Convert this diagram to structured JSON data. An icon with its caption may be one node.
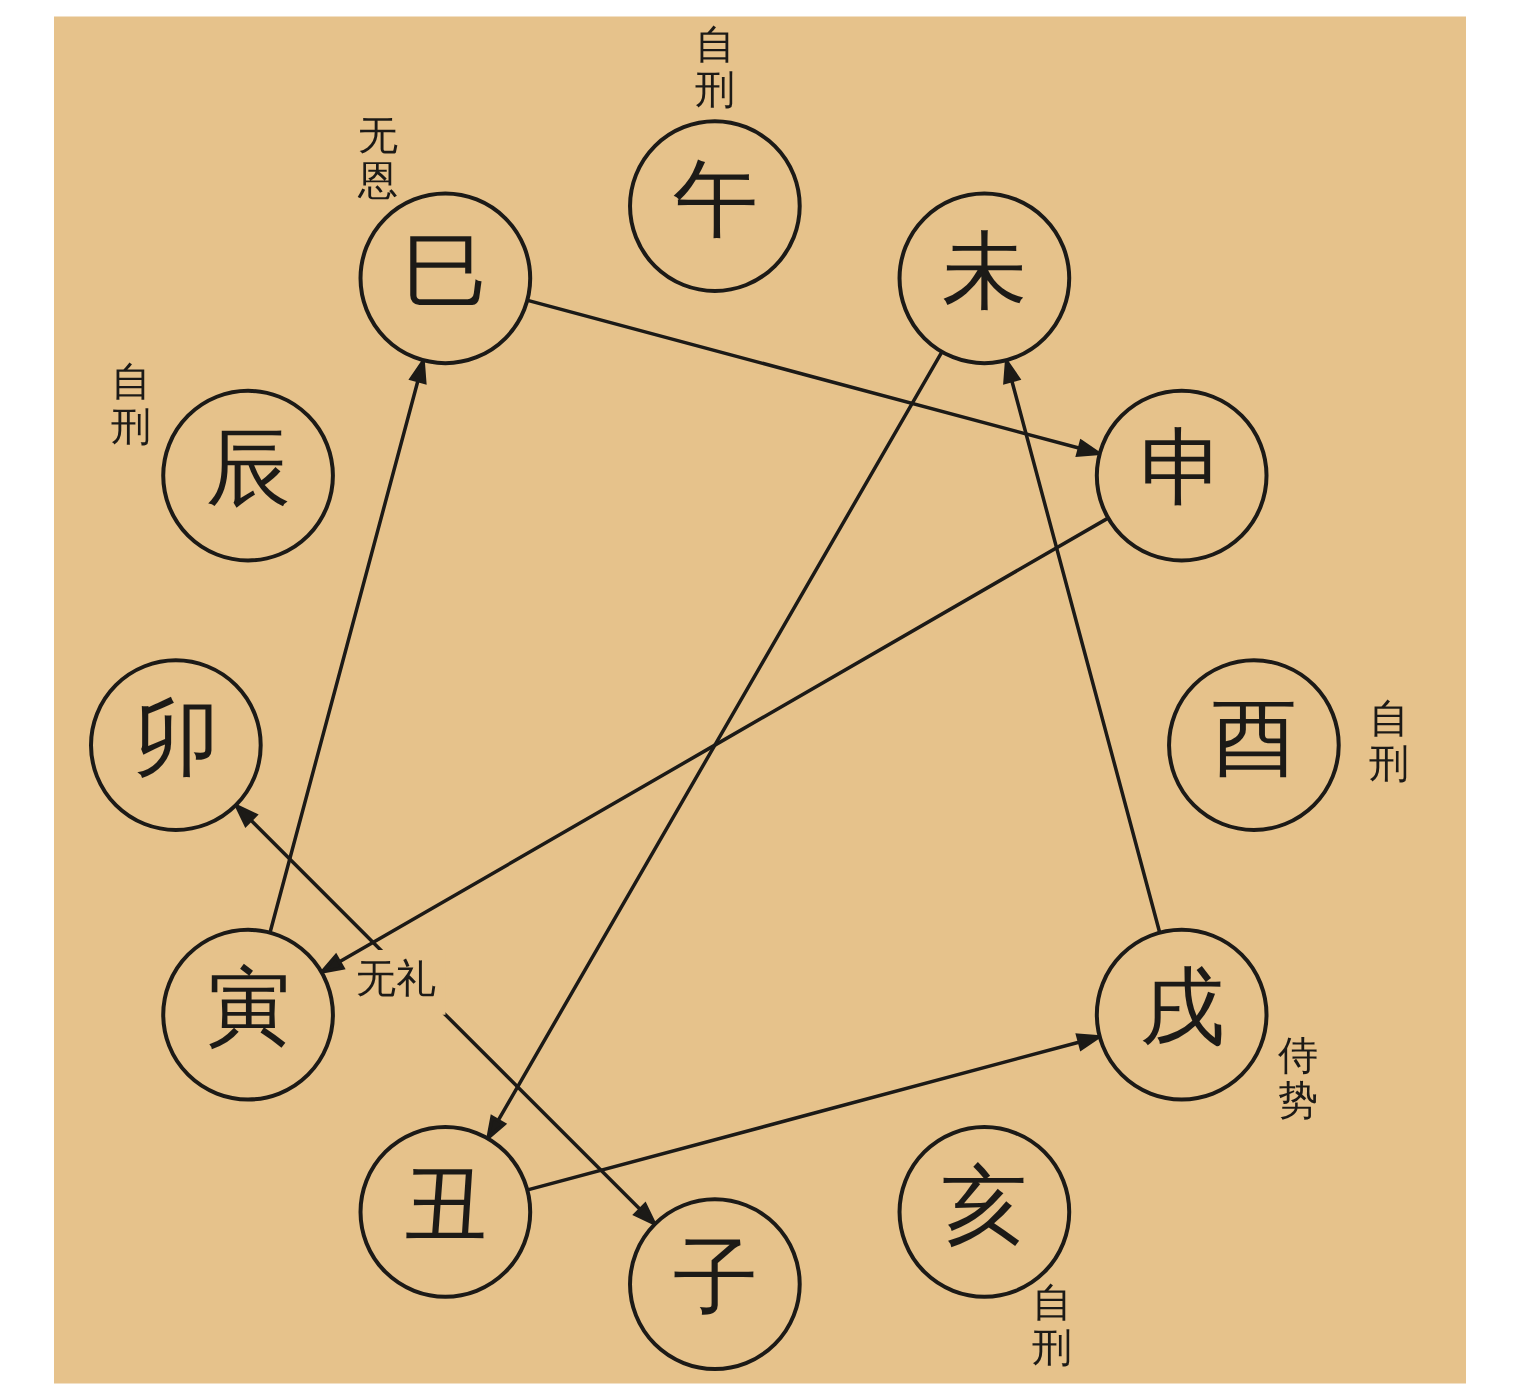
{
  "diagram": {
    "nodes": [
      {
        "text": [
          "午"
        ],
        "beside": [
          "自刑"
        ]
      },
      {
        "text": [
          "巳"
        ],
        "beside": [
          "无恩"
        ]
      },
      {
        "text": [
          "未"
        ]
      },
      {
        "text": [
          "辰"
        ],
        "beside": [
          "自刑"
        ]
      },
      {
        "text": [
          "申"
        ]
      },
      {
        "text": [
          "卯"
        ]
      },
      {
        "text": [
          "酉"
        ],
        "beside": [
          "自刑"
        ]
      },
      {
        "text": [
          "寅"
        ]
      },
      {
        "text": [
          "戌"
        ],
        "beside": [
          "侍势"
        ]
      },
      {
        "text": [
          "丑"
        ]
      },
      {
        "text": [
          "亥"
        ],
        "beside": [
          "自刑"
        ]
      },
      {
        "text": [
          "子"
        ]
      }
    ],
    "edges": [
      {
        "from": 1,
        "to": 4,
        "arrow": "to"
      },
      {
        "from": 4,
        "to": 7,
        "arrow": "to"
      },
      {
        "from": 7,
        "to": 1,
        "arrow": "to"
      },
      {
        "from": 2,
        "to": 9,
        "arrow": "to"
      },
      {
        "from": 9,
        "to": 8,
        "arrow": "to"
      },
      {
        "from": 8,
        "to": 2,
        "arrow": "to"
      },
      {
        "from": 5,
        "to": 11,
        "arrow": "both",
        "label": "无礼"
      }
    ]
  }
}
